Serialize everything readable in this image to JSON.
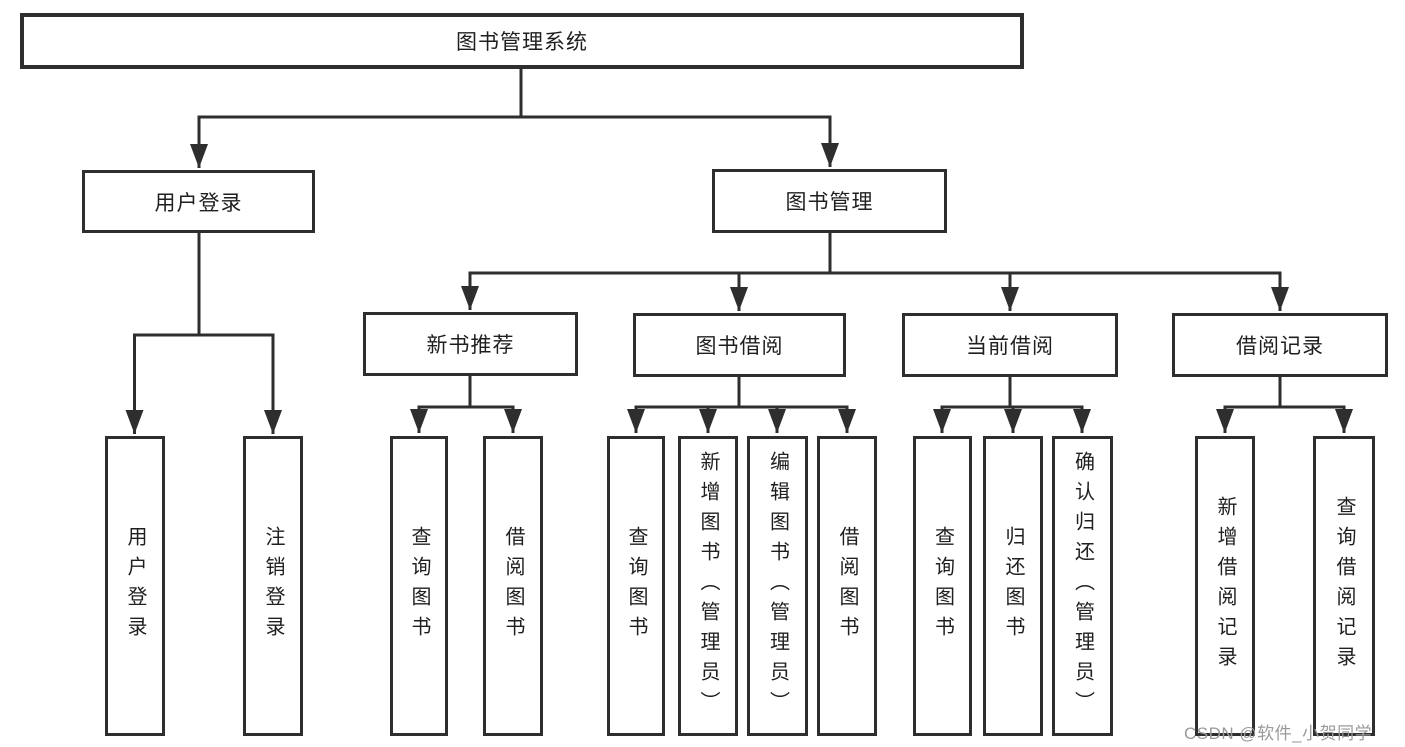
{
  "tree": {
    "root": "图书管理系统",
    "user_login": {
      "label": "用户登录",
      "children": [
        "用户登录",
        "注销登录"
      ]
    },
    "book_management": {
      "label": "图书管理",
      "groups": [
        {
          "label": "新书推荐",
          "children": [
            "查询图书",
            "借阅图书"
          ]
        },
        {
          "label": "图书借阅",
          "children": [
            "查询图书",
            "新增图书（管理员）",
            "编辑图书（管理员）",
            "借阅图书"
          ]
        },
        {
          "label": "当前借阅",
          "children": [
            "查询图书",
            "归还图书",
            "确认归还（管理员）"
          ]
        },
        {
          "label": "借阅记录",
          "children": [
            "新增借阅记录",
            "查询借阅记录"
          ]
        }
      ]
    }
  },
  "watermark": "CSDN @软件_小贺同学",
  "colors": {
    "line": "#2e2e2e",
    "text": "#1f1f1f",
    "background": "#ffffff",
    "watermark_text": "#9a9a9a"
  }
}
